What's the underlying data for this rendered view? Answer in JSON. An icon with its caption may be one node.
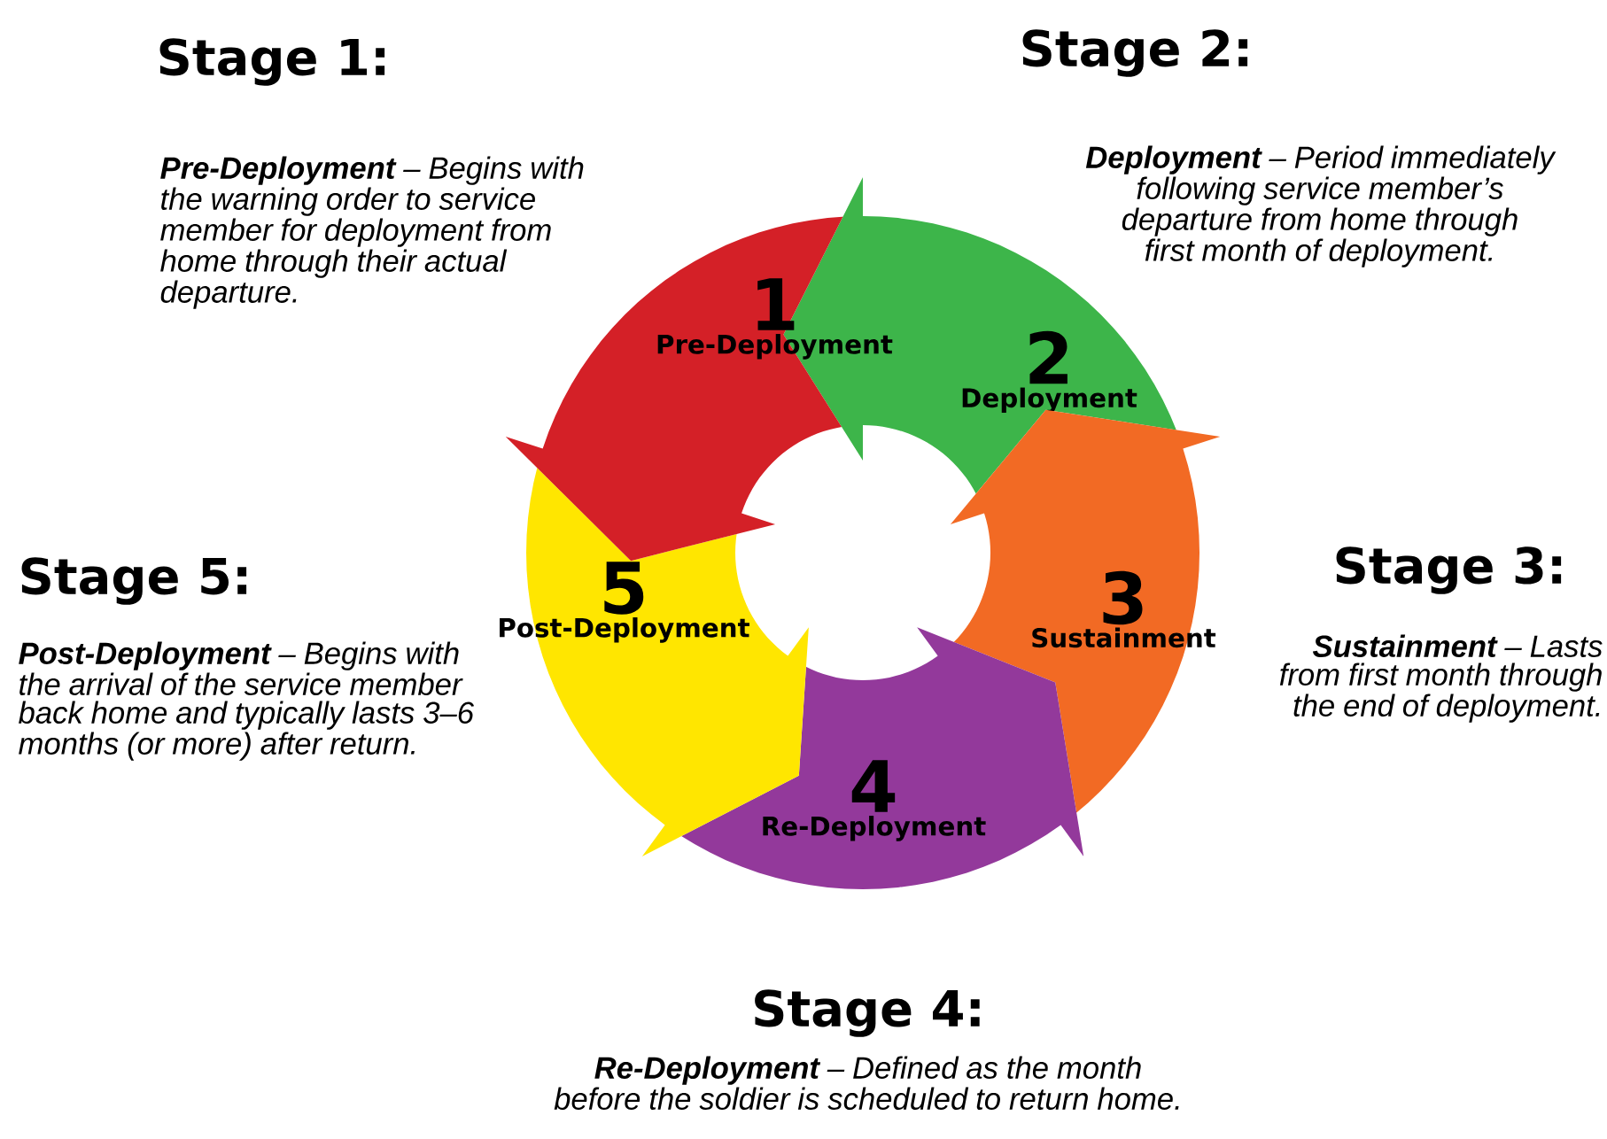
{
  "diagram": {
    "nodes": [
      {
        "text": [
          "1",
          "Pre-Deployment"
        ]
      },
      {
        "text": [
          "2",
          "Deployment"
        ]
      },
      {
        "text": [
          "3",
          "Sustainment"
        ]
      },
      {
        "text": [
          "4",
          "Re-Deployment"
        ]
      },
      {
        "text": [
          "5",
          "Post-Deployment"
        ]
      }
    ],
    "labels": [
      "Stage 1:",
      "**Pre-Deployment** – Begins with the warning order to service member for deployment from home through their actual departure.",
      "Stage 2:",
      "**Deployment** – Period immediately following service member’s departure from home through first month of deployment.",
      "Stage 3:",
      "**Sustainment** – Lasts from first month through the end of deployment.",
      "Stage 4:",
      "**Re-Deployment** – Defined as the month before the soldier is scheduled to return home.",
      "Stage 5:",
      "**Post-Deployment** – Begins with the arrival of the service member back home and typically lasts 3–6 months (or more) after return."
    ]
  }
}
